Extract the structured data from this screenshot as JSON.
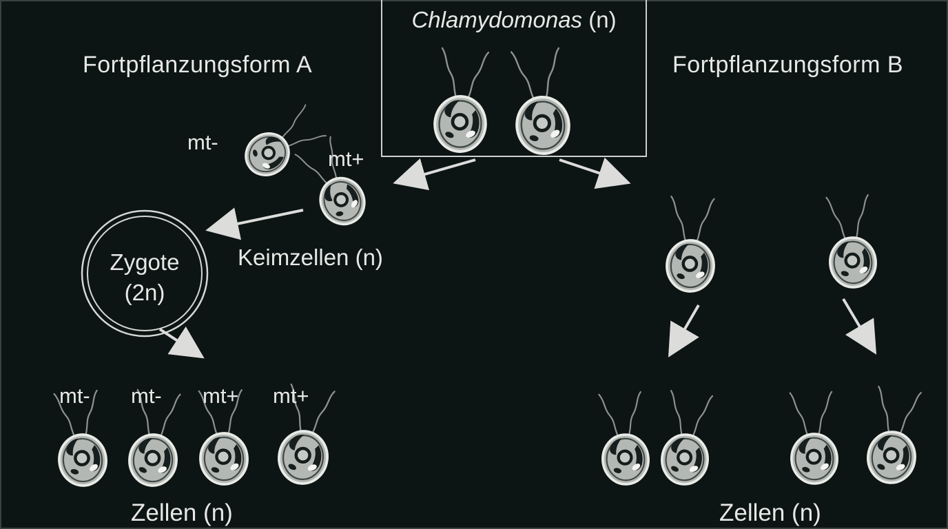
{
  "colors": {
    "background": "#0c1414",
    "text": "#e7e8e5",
    "line": "#dcdcda"
  },
  "title_box": {
    "species": "Chlamydomonas",
    "ploidy": " (n)"
  },
  "headings": {
    "left": "Fortpflanzungsform A",
    "right": "Fortpflanzungsform B"
  },
  "left_path": {
    "mating_type_minus": "mt-",
    "mating_type_plus": "mt+",
    "gametes_label": "Keimzellen (n)",
    "zygote_line1": "Zygote",
    "zygote_line2": "(2n)",
    "daughter_cell_labels": [
      "mt-",
      "mt-",
      "mt+",
      "mt+"
    ],
    "cells_label": "Zellen (n)"
  },
  "right_path": {
    "cells_label": "Zellen (n)"
  }
}
